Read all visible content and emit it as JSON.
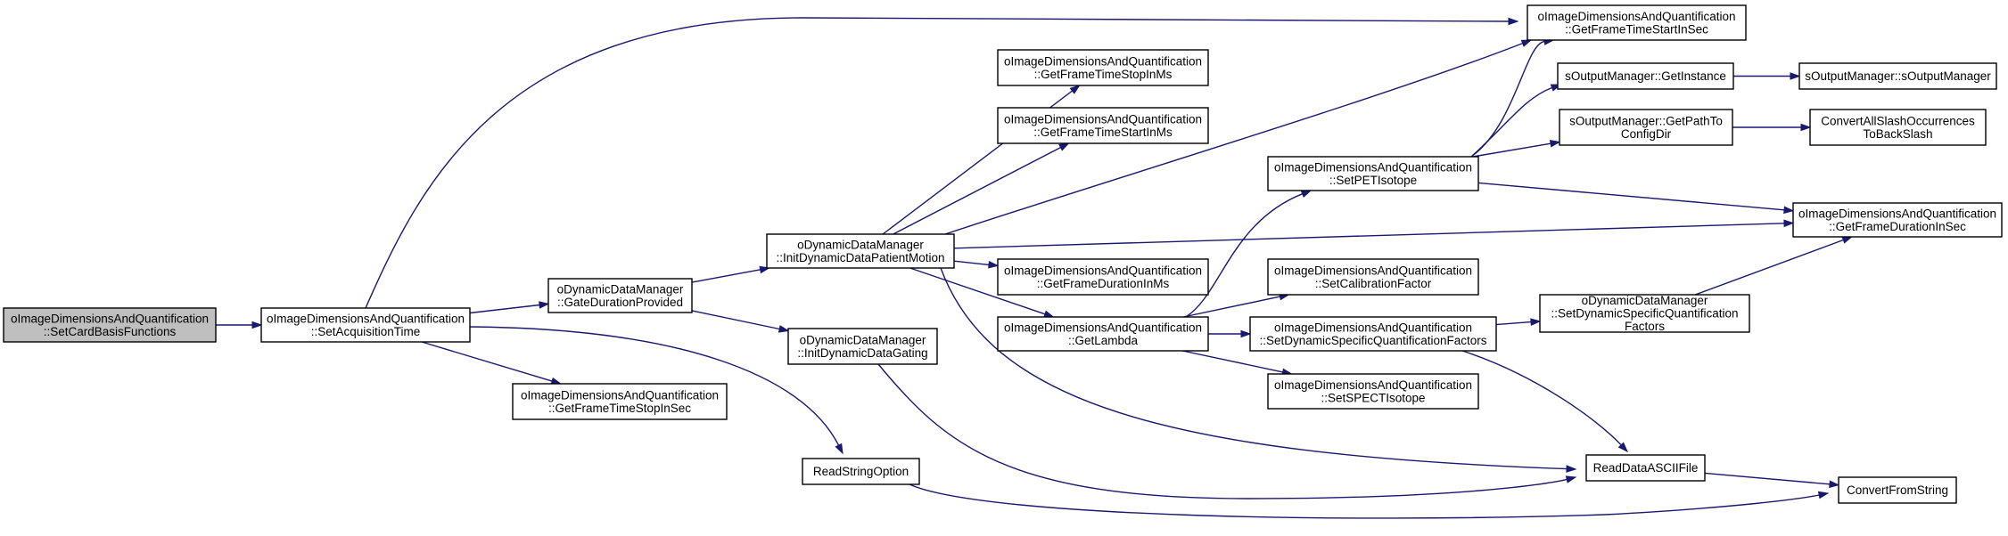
{
  "colors": {
    "edge": "#191970",
    "node_fill": "#ffffff",
    "root_fill": "#bfbfbf",
    "border": "#000000"
  },
  "nodes": {
    "n0": {
      "lines": [
        "oImageDimensionsAndQuantification",
        "::SetCardBasisFunctions"
      ],
      "root": true
    },
    "n1": {
      "lines": [
        "oImageDimensionsAndQuantification",
        "::SetAcquisitionTime"
      ]
    },
    "n2": {
      "lines": [
        "oImageDimensionsAndQuantification",
        "::GetFrameTimeStartInSec"
      ]
    },
    "n3": {
      "lines": [
        "oDynamicDataManager",
        "::GateDurationProvided"
      ]
    },
    "n4": {
      "lines": [
        "oImageDimensionsAndQuantification",
        "::GetFrameTimeStopInSec"
      ]
    },
    "n5": {
      "lines": [
        "ReadStringOption"
      ]
    },
    "n6": {
      "lines": [
        "oDynamicDataManager",
        "::InitDynamicDataPatientMotion"
      ]
    },
    "n7": {
      "lines": [
        "oDynamicDataManager",
        "::InitDynamicDataGating"
      ]
    },
    "n8": {
      "lines": [
        "oImageDimensionsAndQuantification",
        "::GetFrameTimeStopInMs"
      ]
    },
    "n9": {
      "lines": [
        "oImageDimensionsAndQuantification",
        "::GetFrameTimeStartInMs"
      ]
    },
    "n10": {
      "lines": [
        "oImageDimensionsAndQuantification",
        "::GetFrameDurationInMs"
      ]
    },
    "n11": {
      "lines": [
        "oImageDimensionsAndQuantification",
        "::GetLambda"
      ]
    },
    "n12": {
      "lines": [
        "oImageDimensionsAndQuantification",
        "::SetPETIsotope"
      ]
    },
    "n13": {
      "lines": [
        "oImageDimensionsAndQuantification",
        "::SetCalibrationFactor"
      ]
    },
    "n14": {
      "lines": [
        "oImageDimensionsAndQuantification",
        "::SetDynamicSpecificQuantificationFactors"
      ]
    },
    "n15": {
      "lines": [
        "oImageDimensionsAndQuantification",
        "::SetSPECTIsotope"
      ]
    },
    "n16": {
      "lines": [
        "sOutputManager::GetInstance"
      ]
    },
    "n17": {
      "lines": [
        "sOutputManager::GetPathTo",
        "ConfigDir"
      ]
    },
    "n18": {
      "lines": [
        "oImageDimensionsAndQuantification",
        "::GetFrameDurationInSec"
      ]
    },
    "n19": {
      "lines": [
        "oDynamicDataManager",
        "::SetDynamicSpecificQuantification",
        "Factors"
      ]
    },
    "n20": {
      "lines": [
        "ReadDataASCIIFile"
      ]
    },
    "n21": {
      "lines": [
        "ConvertFromString"
      ]
    },
    "n22": {
      "lines": [
        "sOutputManager::sOutputManager"
      ]
    },
    "n23": {
      "lines": [
        "ConvertAllSlashOccurrences",
        "ToBackSlash"
      ]
    }
  },
  "edges": [
    [
      "n0",
      "n1"
    ],
    [
      "n1",
      "n2"
    ],
    [
      "n1",
      "n3"
    ],
    [
      "n1",
      "n4"
    ],
    [
      "n1",
      "n5"
    ],
    [
      "n3",
      "n6"
    ],
    [
      "n3",
      "n7"
    ],
    [
      "n6",
      "n8"
    ],
    [
      "n6",
      "n9"
    ],
    [
      "n6",
      "n2"
    ],
    [
      "n6",
      "n18"
    ],
    [
      "n6",
      "n10"
    ],
    [
      "n6",
      "n11"
    ],
    [
      "n6",
      "n20"
    ],
    [
      "n7",
      "n20"
    ],
    [
      "n5",
      "n21"
    ],
    [
      "n11",
      "n12"
    ],
    [
      "n11",
      "n13"
    ],
    [
      "n11",
      "n14"
    ],
    [
      "n11",
      "n15"
    ],
    [
      "n12",
      "n2"
    ],
    [
      "n12",
      "n16"
    ],
    [
      "n12",
      "n17"
    ],
    [
      "n12",
      "n18"
    ],
    [
      "n14",
      "n19"
    ],
    [
      "n14",
      "n20"
    ],
    [
      "n19",
      "n18"
    ],
    [
      "n16",
      "n22"
    ],
    [
      "n17",
      "n23"
    ],
    [
      "n20",
      "n21"
    ]
  ]
}
